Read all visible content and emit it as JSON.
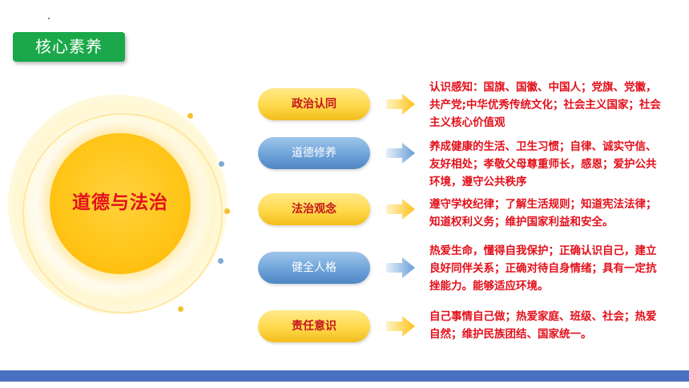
{
  "header": {
    "title": "核心素养"
  },
  "center": {
    "title": "道德与法治"
  },
  "items": [
    {
      "label": "政治认同",
      "style": "gold",
      "text": "认识感知：国旗、国徽、中国人；党旗、党徽，共产党;中华优秀传统文化；社会主义国家；社会主义核心价值观"
    },
    {
      "label": "道德修养",
      "style": "blue",
      "text": "养成健康的生活、卫生习惯；自律、诚实守信、友好相处；孝敬父母尊重师长，感恩；爱护公共环境，遵守公共秩序"
    },
    {
      "label": "法治观念",
      "style": "gold",
      "text": "遵守学校纪律；了解生活规则；知道宪法法律；知道权利义务；维护国家利益和安全。"
    },
    {
      "label": "健全人格",
      "style": "blue",
      "text": "热爱生命，懂得自我保护；正确认识自己，建立良好同伴关系；正确对待自身情绪；具有一定抗挫能力。能够适应环境。"
    },
    {
      "label": "责任意识",
      "style": "gold",
      "text": "自己事情自己做；热爱家庭、班级、社会；热爱自然；维护民族团结、国家统一。"
    }
  ],
  "colors": {
    "accent_red": "#e3101b",
    "header_green": "#1aa84a",
    "bar_blue": "#4a70c2",
    "gold": "#ffd23d",
    "blue": "#6ea3d9"
  }
}
